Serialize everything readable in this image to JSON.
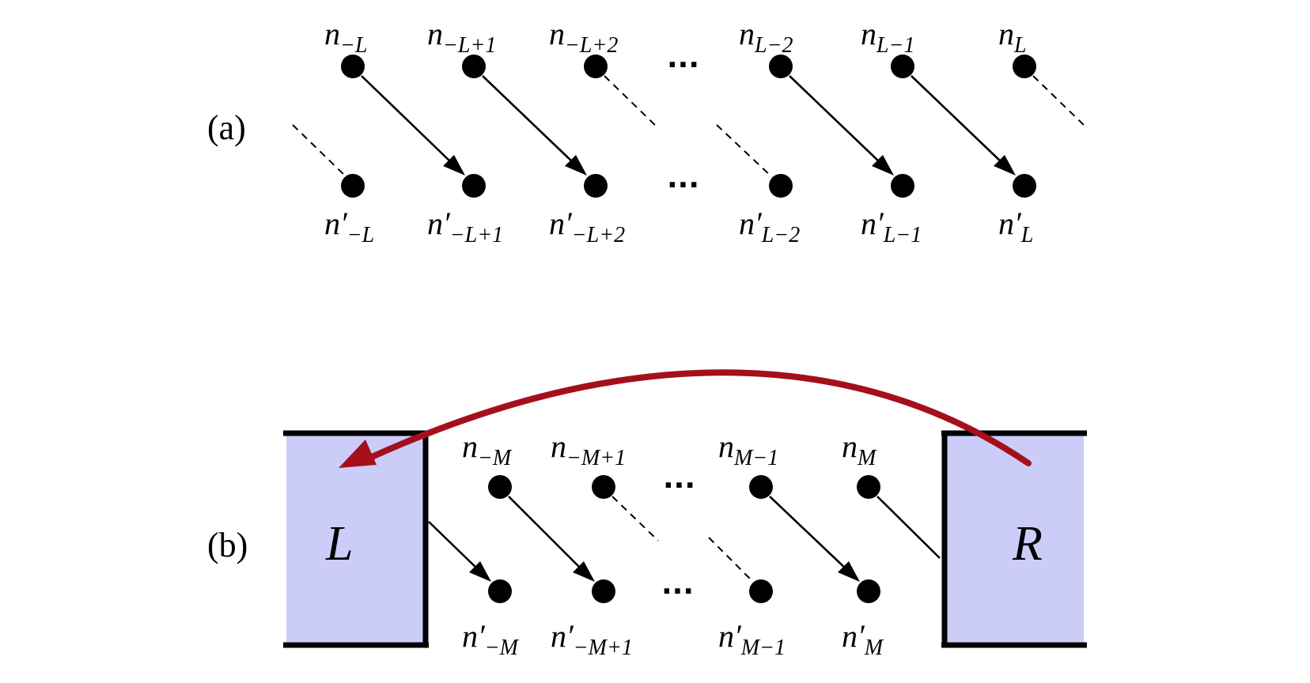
{
  "panels": {
    "a": {
      "label": "(a)",
      "top_labels": [
        {
          "base": "n",
          "sub": "−L"
        },
        {
          "base": "n",
          "sub": "−L+1"
        },
        {
          "base": "n",
          "sub": "−L+2"
        },
        {
          "base": "n",
          "sub": "L−2"
        },
        {
          "base": "n",
          "sub": "L−1"
        },
        {
          "base": "n",
          "sub": "L"
        }
      ],
      "bottom_labels": [
        {
          "base": "n′",
          "sub": "−L"
        },
        {
          "base": "n′",
          "sub": "−L+1"
        },
        {
          "base": "n′",
          "sub": "−L+2"
        },
        {
          "base": "n′",
          "sub": "L−2"
        },
        {
          "base": "n′",
          "sub": "L−1"
        },
        {
          "base": "n′",
          "sub": "L"
        }
      ],
      "ellipsis": "···"
    },
    "b": {
      "label": "(b)",
      "left_box": "L",
      "right_box": "R",
      "top_labels": [
        {
          "base": "n",
          "sub": "−M"
        },
        {
          "base": "n",
          "sub": "−M+1"
        },
        {
          "base": "n",
          "sub": "M−1"
        },
        {
          "base": "n",
          "sub": "M"
        }
      ],
      "bottom_labels": [
        {
          "base": "n′",
          "sub": "−M"
        },
        {
          "base": "n′",
          "sub": "−M+1"
        },
        {
          "base": "n′",
          "sub": "M−1"
        },
        {
          "base": "n′",
          "sub": "M"
        }
      ],
      "ellipsis": "···"
    }
  },
  "colors": {
    "box_fill": "#ccccf9",
    "arc": "#a50f1c",
    "ink": "#000000"
  }
}
